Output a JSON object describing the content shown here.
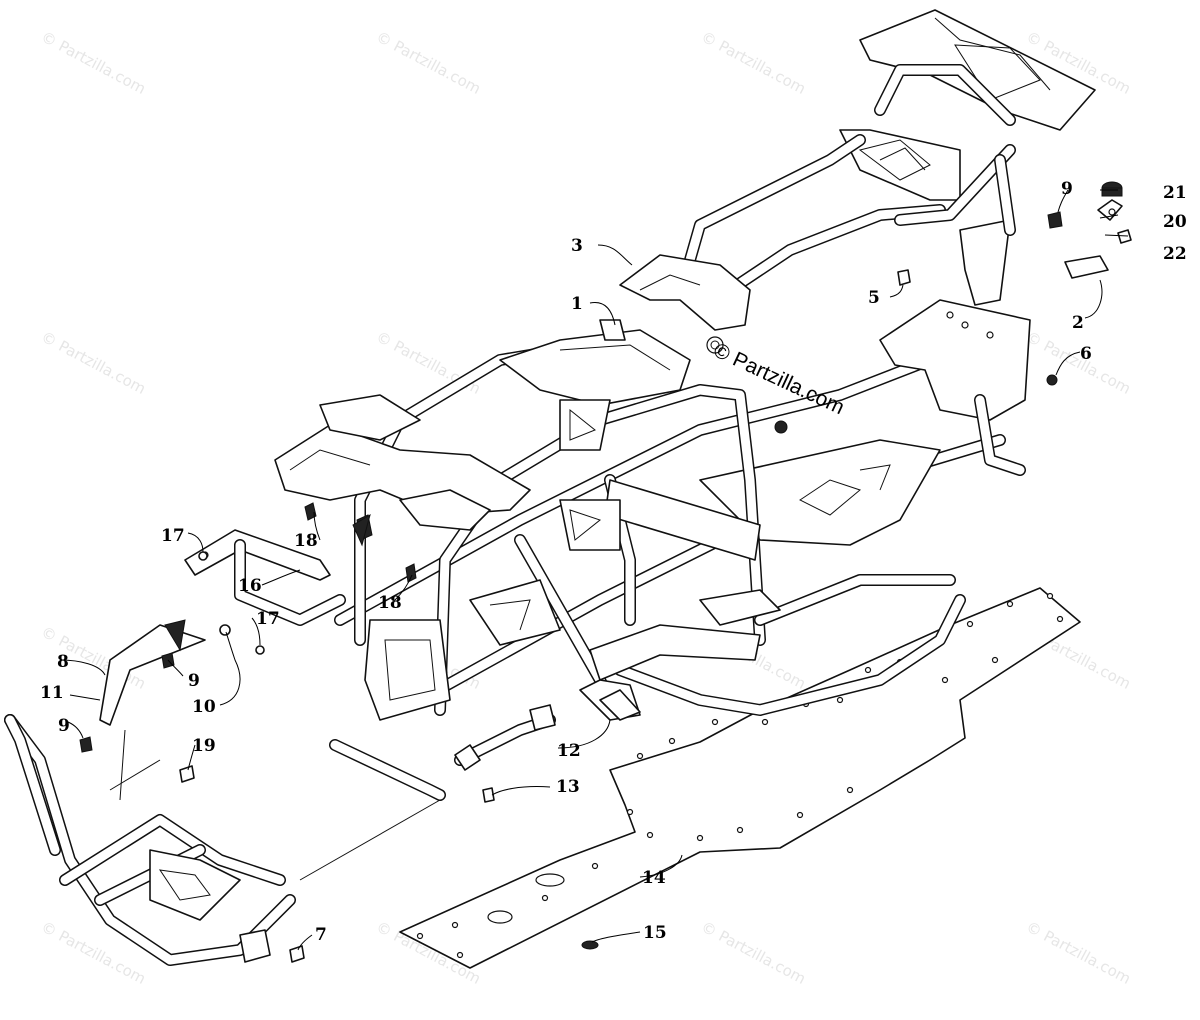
{
  "watermark": {
    "text": "© Partzilla.com"
  },
  "brand_label": {
    "text": "© Partzilla.com"
  },
  "callouts": [
    {
      "id": "c1",
      "label": "1"
    },
    {
      "id": "c2",
      "label": "2"
    },
    {
      "id": "c3",
      "label": "3"
    },
    {
      "id": "c5",
      "label": "5"
    },
    {
      "id": "c6",
      "label": "6"
    },
    {
      "id": "c7",
      "label": "7"
    },
    {
      "id": "c8",
      "label": "8"
    },
    {
      "id": "c9a",
      "label": "9"
    },
    {
      "id": "c9b",
      "label": "9"
    },
    {
      "id": "c9c",
      "label": "9"
    },
    {
      "id": "c10",
      "label": "10"
    },
    {
      "id": "c11",
      "label": "11"
    },
    {
      "id": "c12",
      "label": "12"
    },
    {
      "id": "c13",
      "label": "13"
    },
    {
      "id": "c14",
      "label": "14"
    },
    {
      "id": "c15",
      "label": "15"
    },
    {
      "id": "c16",
      "label": "16"
    },
    {
      "id": "c17a",
      "label": "17"
    },
    {
      "id": "c17b",
      "label": "17"
    },
    {
      "id": "c18a",
      "label": "18"
    },
    {
      "id": "c18b",
      "label": "18"
    },
    {
      "id": "c19",
      "label": "19"
    },
    {
      "id": "c20",
      "label": "20"
    },
    {
      "id": "c21",
      "label": "21"
    },
    {
      "id": "c22",
      "label": "22"
    }
  ]
}
